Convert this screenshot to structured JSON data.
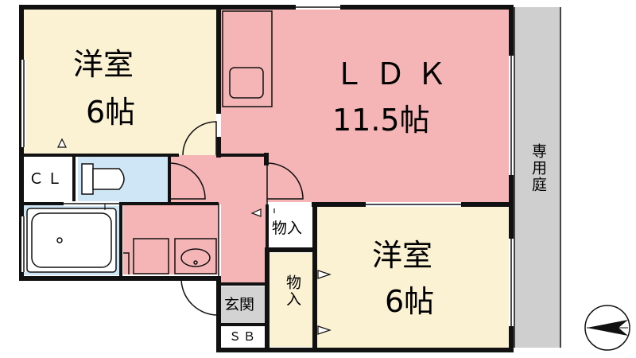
{
  "rooms": {
    "western_room_a": {
      "name": "洋室",
      "size": "6帖"
    },
    "ldk": {
      "name": "ＬＤＫ",
      "size": "11.5帖"
    },
    "western_room_b": {
      "name": "洋室",
      "size": "6帖"
    },
    "closet": "ＣＬ",
    "storage_upper": "物入",
    "storage_lower": "物入",
    "entrance": "玄関",
    "shoe_box": "ＳＢ",
    "private_garden": "専用庭"
  },
  "colors": {
    "western_room": "#fbf1d3",
    "ldk": "#f5b4b6",
    "wet_area": "#cfe6f7",
    "entrance": "#d3d3d3",
    "garden": "#cfcfcf",
    "wall": "#111111"
  },
  "icons": {
    "north_indicator": "compass-arrow-icon"
  }
}
